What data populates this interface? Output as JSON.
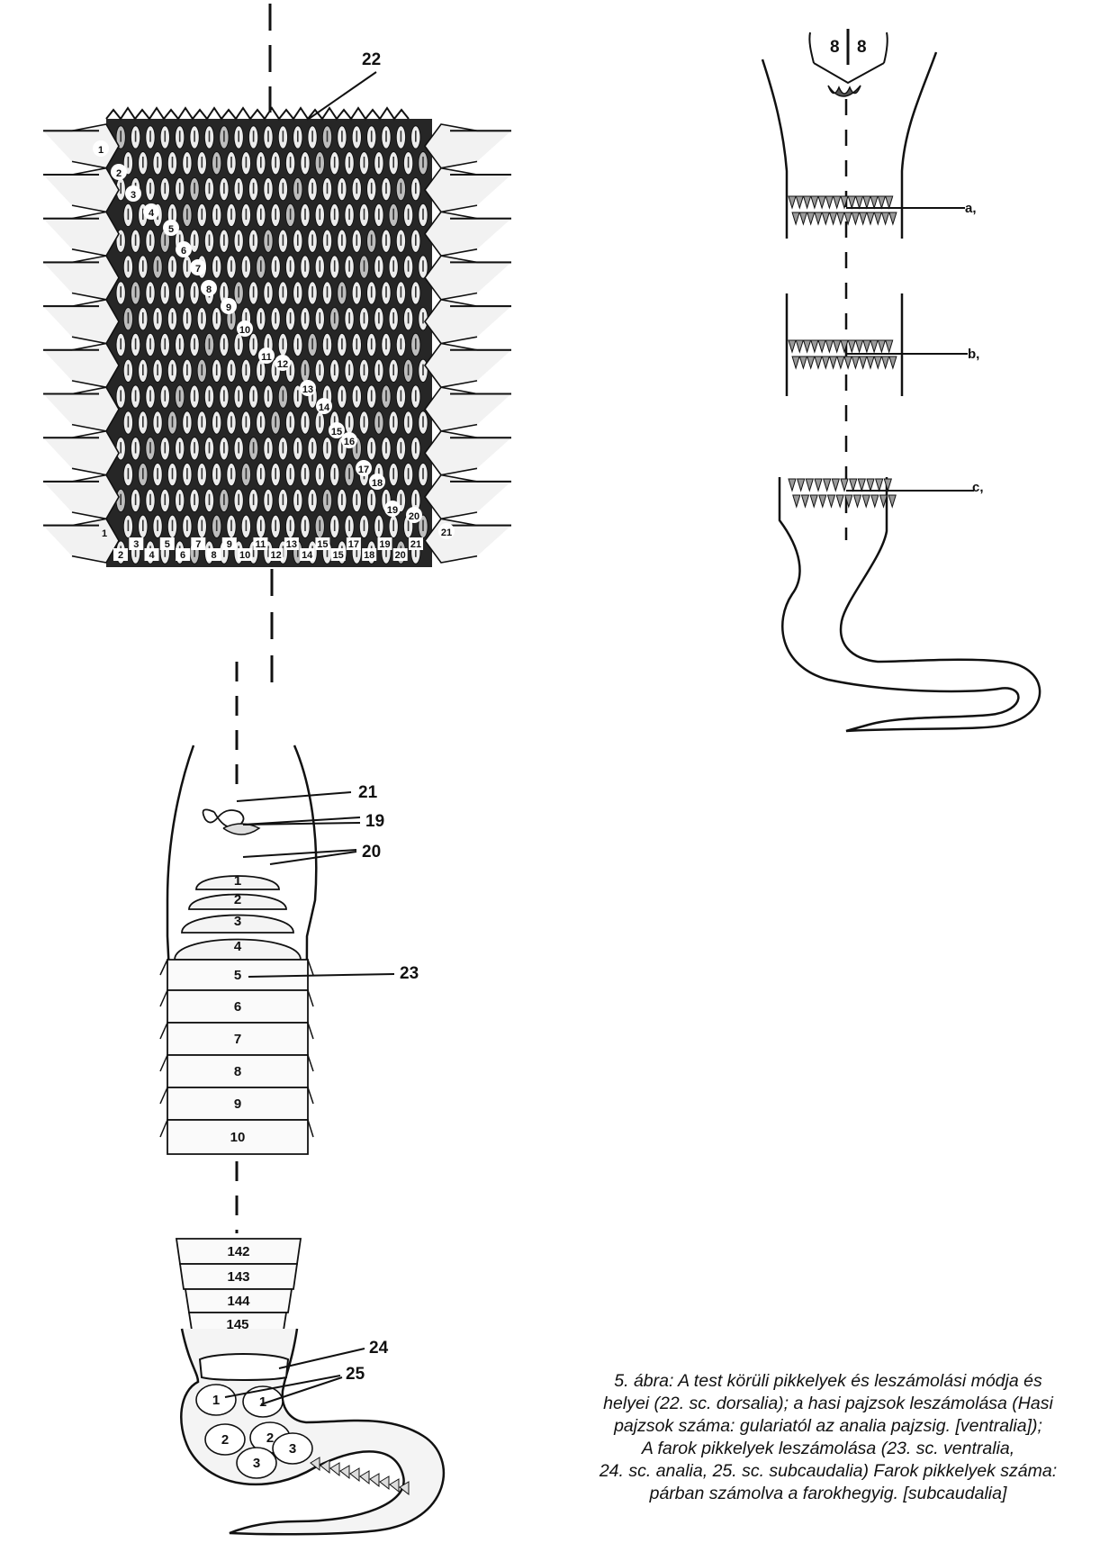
{
  "dorsal_panel": {
    "callout": "22",
    "row_labels": [
      "1",
      "2",
      "3",
      "4",
      "5",
      "6",
      "7",
      "8",
      "9",
      "10",
      "11",
      "12",
      "13",
      "14",
      "15",
      "16",
      "17",
      "18",
      "19",
      "20"
    ],
    "bottom_labels": [
      "2",
      "3",
      "4",
      "5",
      "6",
      "7",
      "8",
      "9",
      "10",
      "11",
      "12",
      "13",
      "14",
      "15",
      "15",
      "17",
      "18",
      "19",
      "20",
      "21"
    ],
    "left_corner_label": "1",
    "diag_labels": [
      "1",
      "2",
      "3",
      "4",
      "5",
      "6",
      "7",
      "8",
      "9",
      "10",
      "11",
      "12",
      "13",
      "14",
      "15",
      "16",
      "17",
      "18",
      "19",
      "20",
      "21"
    ]
  },
  "head_tail_panel": {
    "top_labels": [
      "8",
      "8"
    ],
    "markers": [
      "a,",
      "b,",
      "c,"
    ]
  },
  "ventral_panel": {
    "callouts": {
      "gular": "21",
      "shields_a": "19",
      "shields_b": "20",
      "ventral": "23",
      "anal": "24",
      "subcaudal": "25"
    },
    "ventral_numbers": [
      "1",
      "2",
      "3",
      "4",
      "5",
      "6",
      "7",
      "8",
      "9",
      "10"
    ],
    "posterior_numbers": [
      "142",
      "143",
      "144",
      "145"
    ],
    "subcaudal_numbers": [
      "1",
      "1",
      "2",
      "2",
      "3",
      "3"
    ]
  },
  "caption": {
    "lines": [
      "5. ábra: A test körüli pikkelyek és leszámolási módja és",
      "helyei (22. sc. dorsalia); a hasi pajzsok leszámolása (Hasi",
      "pajzsok száma: gulariatól az analia pajzsig. [ventralia]);",
      "A farok pikkelyek leszámolása  (23. sc. ventralia,",
      "24. sc. analia, 25. sc. subcaudalia) Farok pikkelyek száma:",
      "párban számolva a farokhegyig. [subcaudalia]"
    ]
  },
  "colors": {
    "ink": "#111111",
    "paper": "#ffffff",
    "scale_fill": "#e6e6e6",
    "dark_fill": "#2a2a2a"
  }
}
